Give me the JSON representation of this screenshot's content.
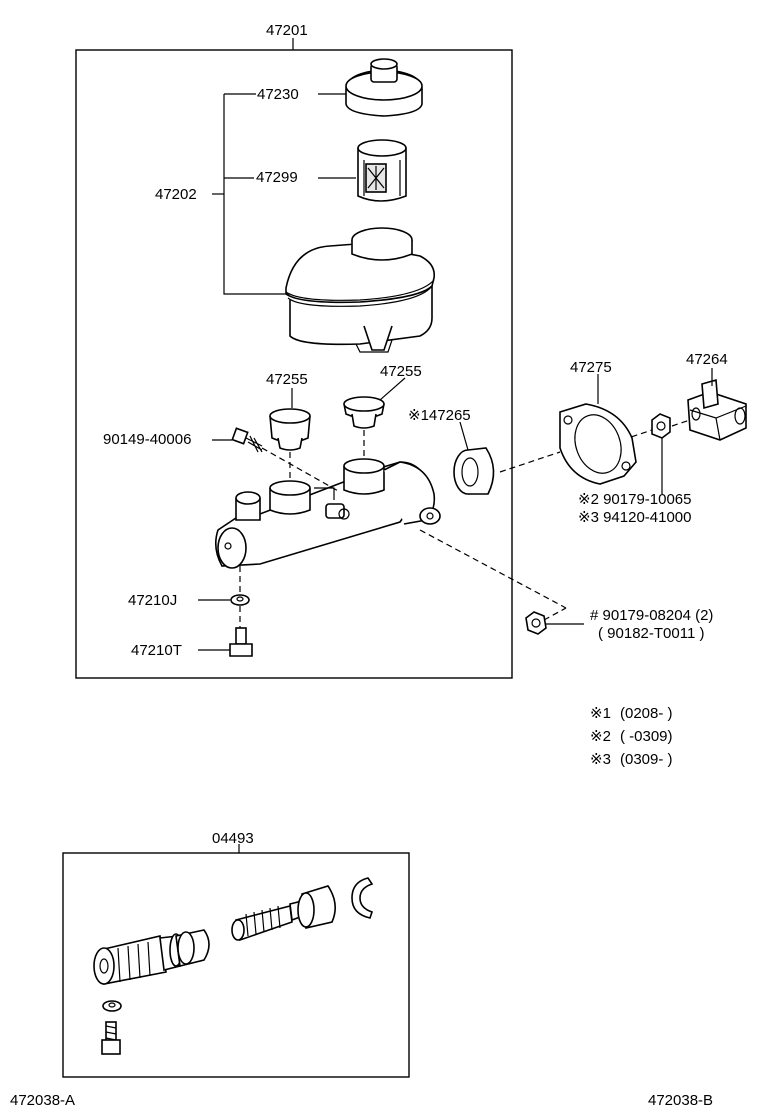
{
  "labels": {
    "p47201": "47201",
    "p47230": "47230",
    "p47202": "47202",
    "p47299": "47299",
    "p47255a": "47255",
    "p47255b": "47255",
    "p147265": "※147265",
    "p90149": "90149-40006",
    "p47275": "47275",
    "p47264": "47264",
    "p90179_10065": "※2 90179-10065",
    "p94120": "※3 94120-41000",
    "p47210J": "47210J",
    "p47210T": "47210T",
    "p90179_08204": "# 90179-08204 (2)",
    "p90182": "( 90182-T0011 )",
    "p04493": "04493",
    "ref_left": "472038-A",
    "ref_right": "472038-B"
  },
  "notes": [
    {
      "mark": "※1",
      "range": "(0208-        )"
    },
    {
      "mark": "※2",
      "range": "(        -0309)"
    },
    {
      "mark": "※3",
      "range": "(0309-        )"
    }
  ]
}
